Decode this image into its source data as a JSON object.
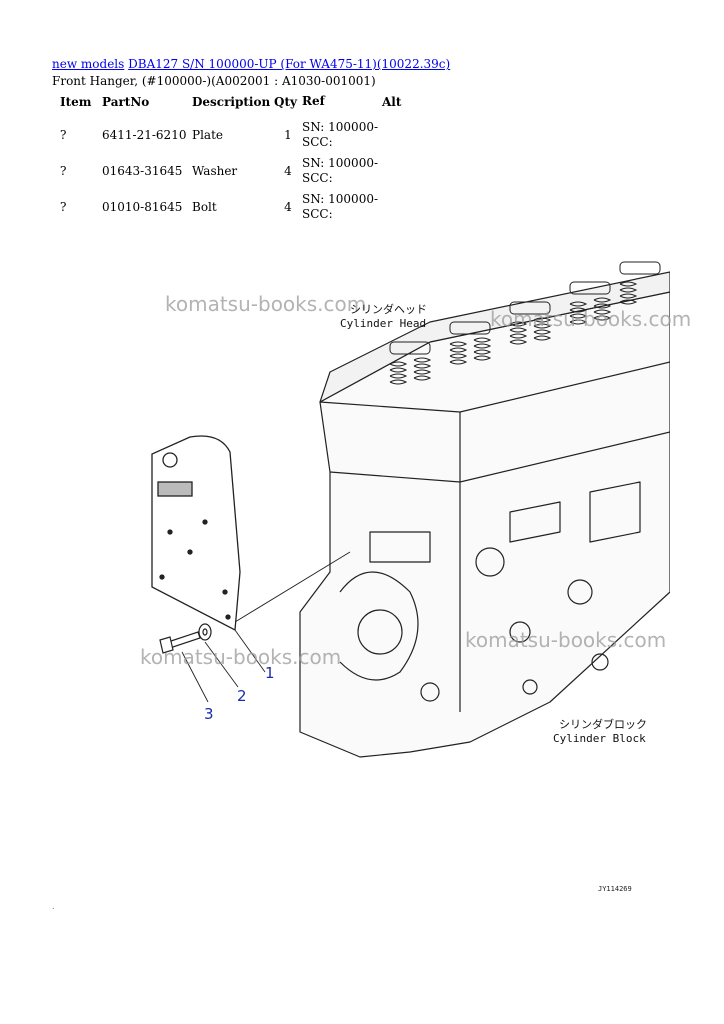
{
  "breadcrumb": {
    "link1": "new models",
    "link2": "DBA127 S/N 100000-UP (For WA475-11)(10022.39c)"
  },
  "subtitle": "Front Hanger, (#100000-)(A002001 : A1030-001001)",
  "table": {
    "headers": [
      "Item",
      "PartNo",
      "Description",
      "Qty",
      "Ref",
      "Alt"
    ],
    "rows": [
      {
        "item": "?",
        "part_no": "6411-21-6210",
        "description": "Plate",
        "qty": "1",
        "ref_line1": "SN: 100000-",
        "ref_line2": "SCC:",
        "alt": ""
      },
      {
        "item": "?",
        "part_no": "01643-31645",
        "description": "Washer",
        "qty": "4",
        "ref_line1": "SN: 100000-",
        "ref_line2": "SCC:",
        "alt": ""
      },
      {
        "item": "?",
        "part_no": "01010-81645",
        "description": "Bolt",
        "qty": "4",
        "ref_line1": "SN: 100000-",
        "ref_line2": "SCC:",
        "alt": ""
      }
    ]
  },
  "diagram": {
    "watermarks": [
      "komatsu-books.com",
      "komatsu-books.com",
      "komatsu-books.com",
      "komatsu-books.com"
    ],
    "cylinder_head_jp": "シリンダヘッド",
    "cylinder_head_en": "Cylinder Head",
    "cylinder_block_jp": "シリンダブロック",
    "cylinder_block_en": "Cylinder Block",
    "callouts": [
      "1",
      "2",
      "3"
    ],
    "figure_code": "JY114269"
  },
  "colors": {
    "link": "#0000ee",
    "callout": "#1a2ca8",
    "watermark": "#9a9a9a"
  }
}
